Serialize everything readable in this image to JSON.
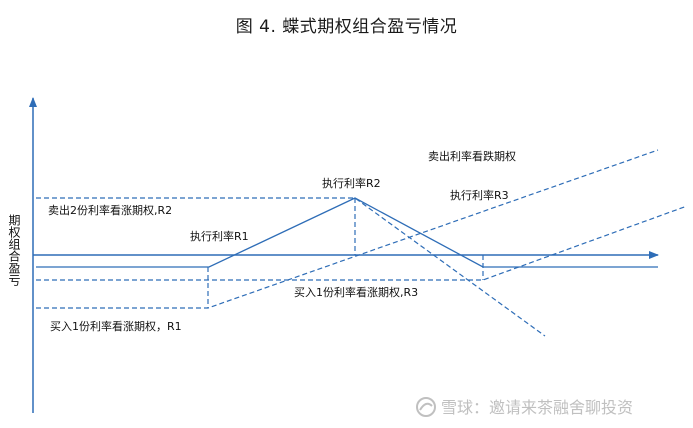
{
  "title": "图 4.  蝶式期权组合盈亏情况",
  "ylabel": "期权组合盈亏",
  "labels": {
    "sell_put": "卖出利率看跌期权",
    "strike_r2": "执行利率R2",
    "strike_r3": "执行利率R3",
    "sell2_call": "卖出2份利率看涨期权,R2",
    "strike_r1": "执行利率R1",
    "buy1_call_r3": "买入1份利率看涨期权,R3",
    "buy1_call_r1": "买入1份利率看涨期权，R1"
  },
  "watermark": "雪球：邀请来茶融舍聊投资",
  "colors": {
    "line": "#2e6db7",
    "text": "#111111",
    "watermark": "#c0c0c0"
  }
}
